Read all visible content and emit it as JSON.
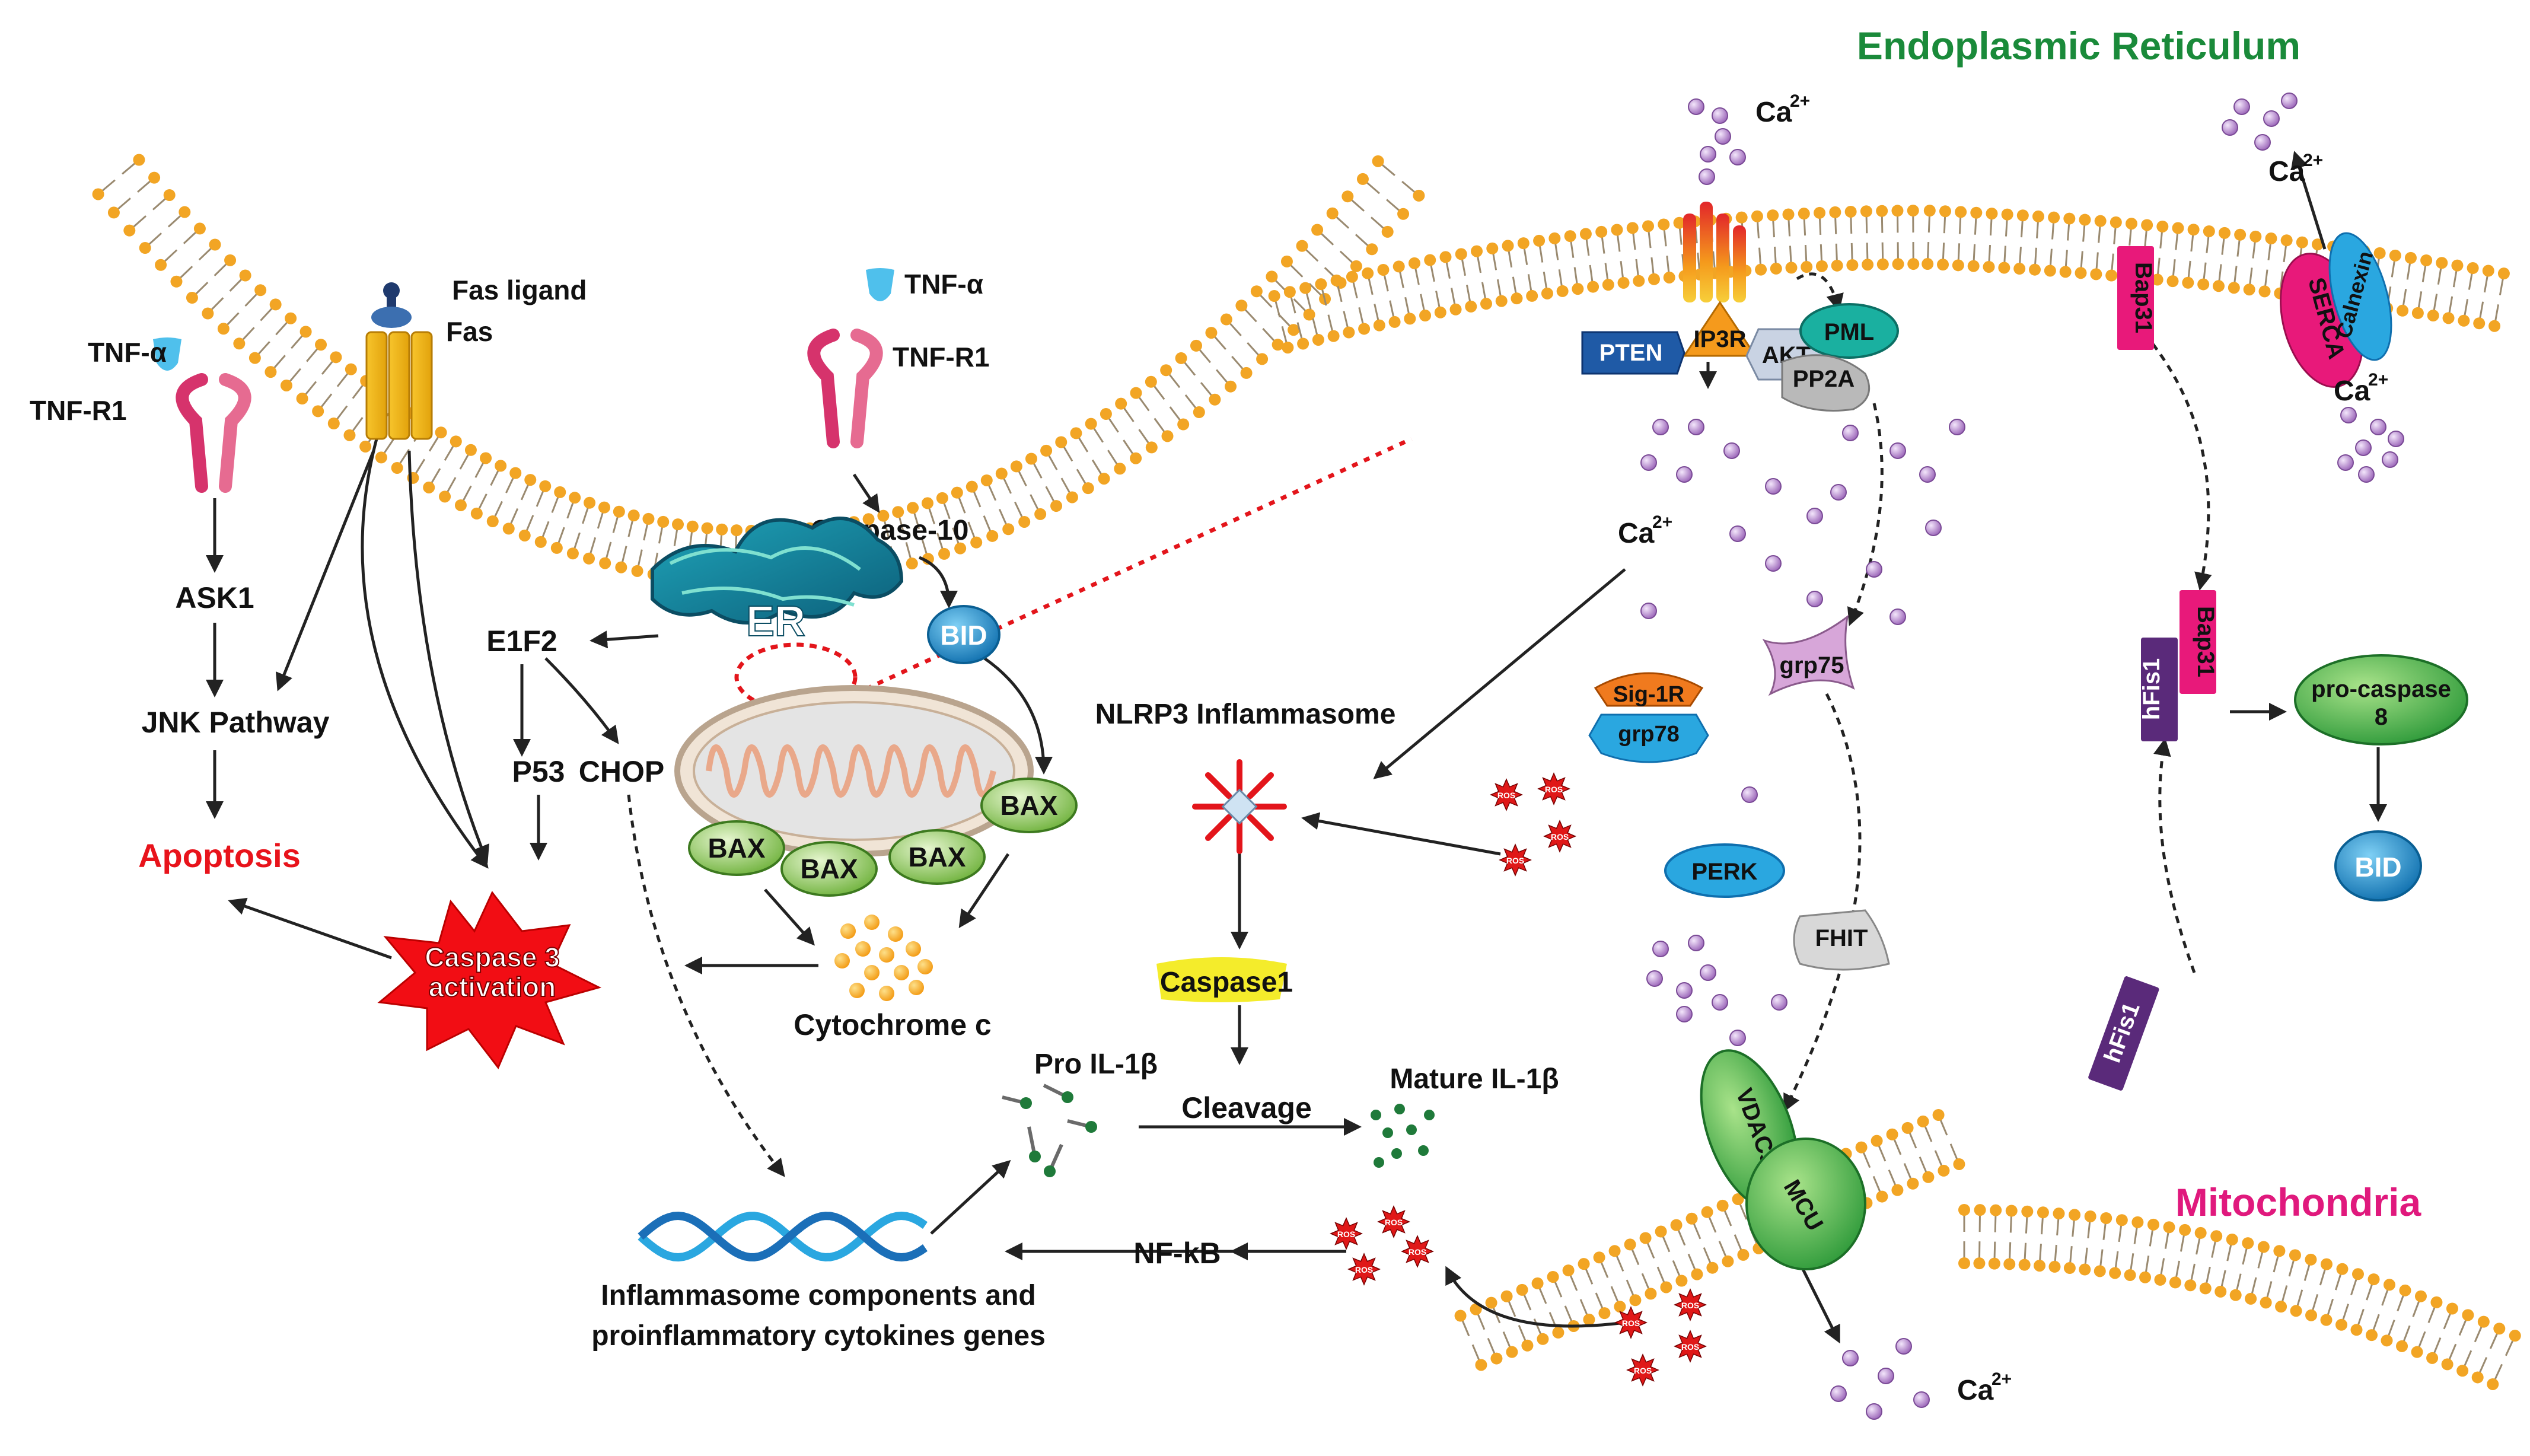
{
  "regions": {
    "er_title": "Endoplasmic Reticulum",
    "mito_title": "Mitochondria"
  },
  "labels": {
    "tnf_alpha_left": "TNF-α",
    "tnfr1_left": "TNF-R1",
    "fas_ligand": "Fas ligand",
    "fas": "Fas",
    "tnf_alpha_mid": "TNF-α",
    "tnfr1_mid": "TNF-R1",
    "caspase10": "Caspase-10",
    "ask1": "ASK1",
    "jnk": "JNK Pathway",
    "apoptosis": "Apoptosis",
    "e1f2": "E1F2",
    "p53": "P53",
    "chop": "CHOP",
    "er": "ER",
    "bid_mid": "BID",
    "bax1": "BAX",
    "bax2": "BAX",
    "bax3": "BAX",
    "bax4": "BAX",
    "caspase3_line1": "Caspase 3",
    "caspase3_line2": "activation",
    "cytochrome": "Cytochrome c",
    "nlrp3": "NLRP3 Inflammasome",
    "caspase1": "Caspase1",
    "pro_il": "Pro IL-1β",
    "cleavage": "Cleavage",
    "mature_il": "Mature IL-1β",
    "nfkb": "NF-kB",
    "genes_line1": "Inflammasome components and",
    "genes_line2": "proinflammatory cytokines genes",
    "ca_top": "Ca",
    "ca_mid": "Ca",
    "ca_serca_top": "Ca",
    "ca_serca_bot": "Ca",
    "ca_bottom": "Ca",
    "ca_sup": "2+",
    "pten": "PTEN",
    "ip3r": "IP3R",
    "akt": "AKT",
    "pml": "PML",
    "pp2a": "PP2A",
    "bap31_top": "Bap31",
    "serca": "SERCA",
    "calnexin": "Calnexin",
    "sig1r": "Sig-1R",
    "grp78": "grp78",
    "grp75": "grp75",
    "perk": "PERK",
    "fhit": "FHIT",
    "vdacs": "VDACs",
    "mcu": "MCU",
    "bap31_mid": "Bap31",
    "hfis1_mid": "hFis1",
    "procaspase_line1": "pro-caspase",
    "procaspase_line2": "8",
    "bid_right": "BID",
    "hfis1_bottom": "hFis1",
    "ros": "ROS"
  },
  "colors": {
    "er_title": "#1a8a3a",
    "mito_title": "#e0197d",
    "apoptosis": "#e8131b",
    "membrane_head": "#f2a524",
    "ca_ion": "#a77bc2",
    "ros": "#e01818",
    "bax": "#8cc85a",
    "bid": "#1f8fd4",
    "caspase1_highlight": "#f4ec2b",
    "dna": "#2aa7e0",
    "bap31": "#e8197a",
    "hfis1": "#5a2a7a"
  },
  "icons": {
    "nlrp3": "inflammasome-star-icon",
    "caspase3": "explosion-burst-icon",
    "dna": "dna-helix-icon",
    "er": "endoplasmic-reticulum-icon",
    "mitochondrion": "mitochondrion-icon"
  }
}
